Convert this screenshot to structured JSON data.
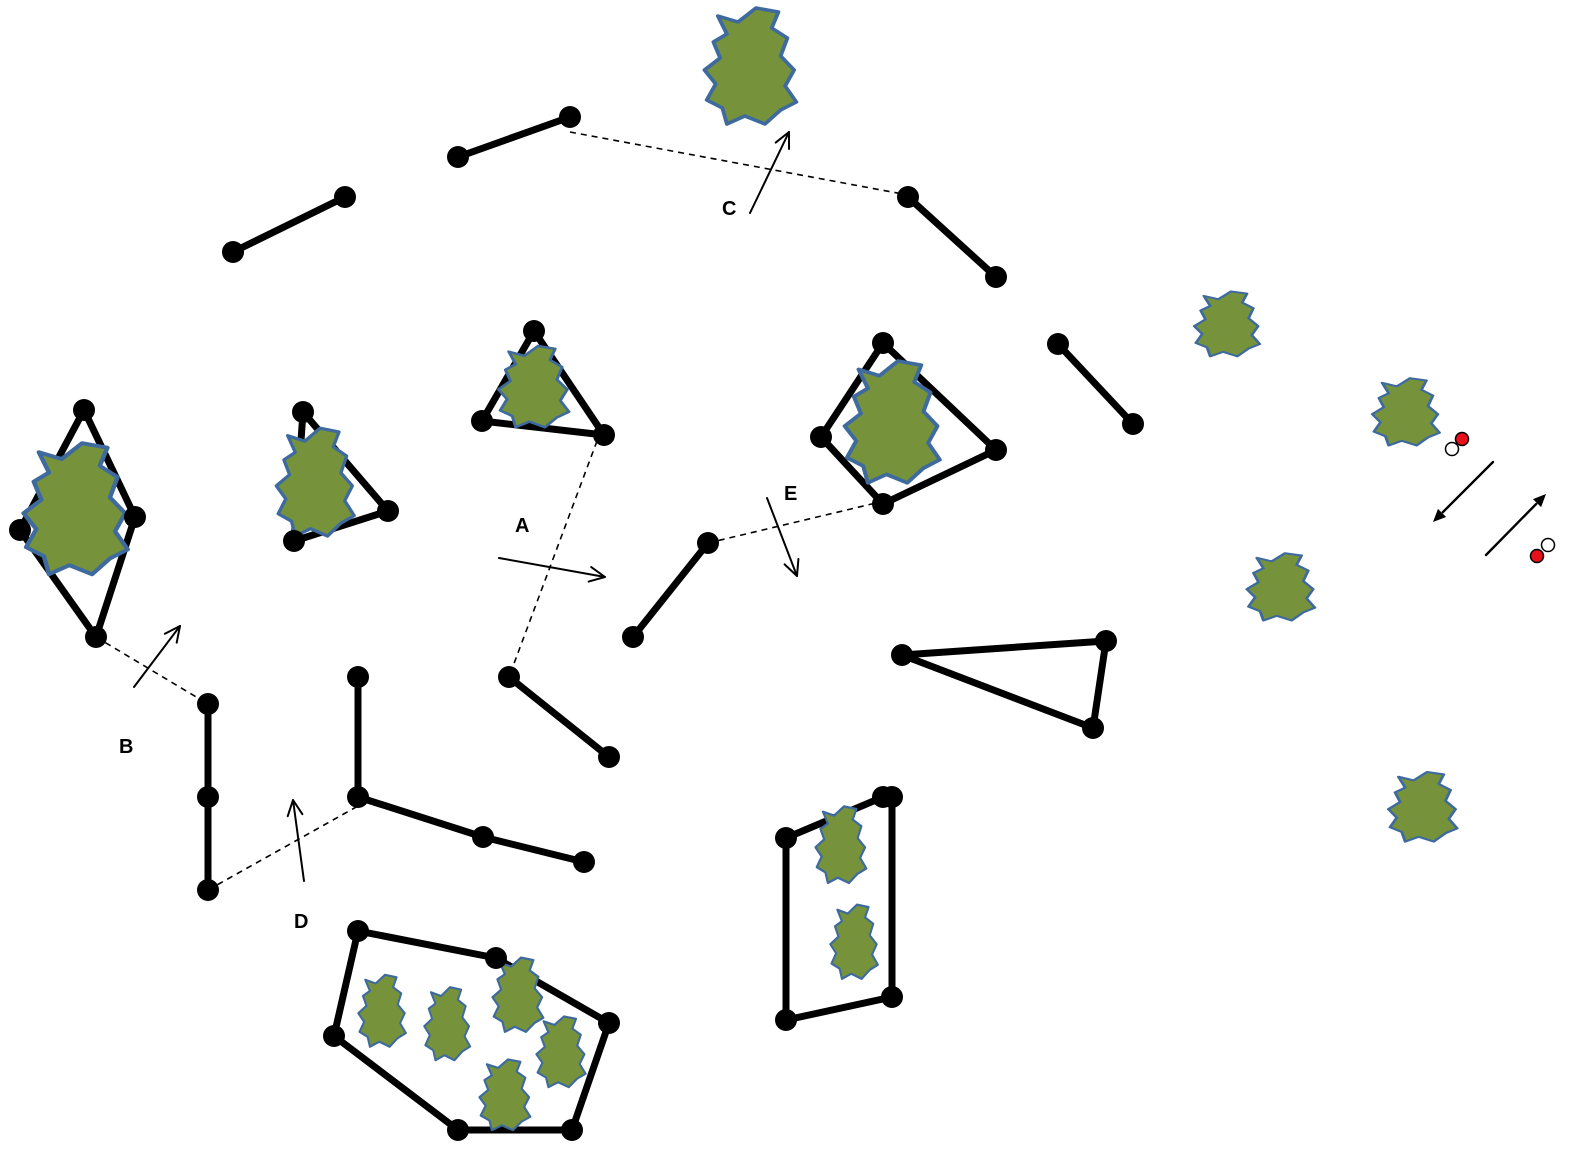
{
  "labels": {
    "a": "A",
    "b": "B",
    "c": "C",
    "d": "D",
    "e": "E"
  },
  "colors": {
    "edge": "#000000",
    "node": "#000000",
    "blob_fill": "#76933C",
    "blob_outline": "#3E6A9E",
    "marker_red": "#E8101A",
    "marker_white": "#FFFFFF",
    "background": "#FFFFFF"
  },
  "elements": {
    "dashed_links": 5,
    "open_arrows": 5,
    "solid_arrows": 2,
    "color_marker_pairs": 2
  }
}
